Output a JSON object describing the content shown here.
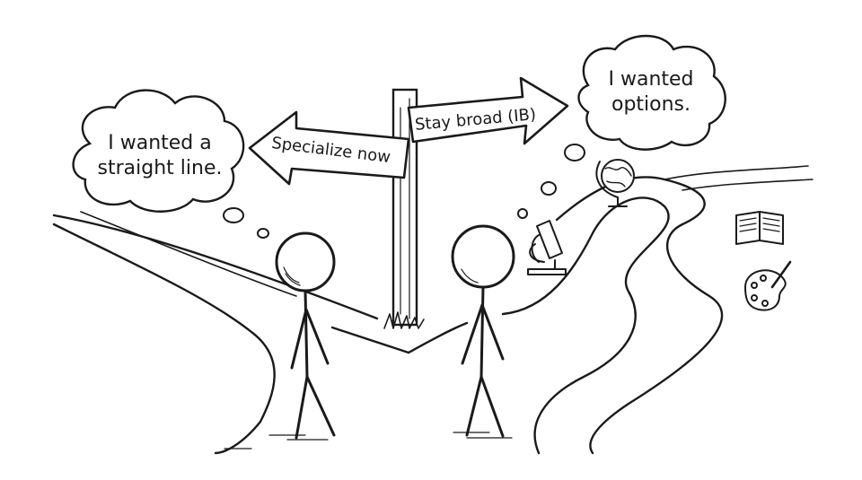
{
  "signpost": {
    "left_sign": "Specialize now",
    "right_sign": "Stay broad (IB)"
  },
  "thoughts": {
    "left": {
      "line1": "I wanted a",
      "line2": "straight line."
    },
    "right": {
      "line1": "I wanted",
      "line2": "options."
    }
  },
  "icons": [
    "globe-icon",
    "microscope-icon",
    "open-book-icon",
    "paint-palette-icon"
  ],
  "colors": {
    "ink": "#1a1a1a",
    "paper": "#ffffff"
  }
}
